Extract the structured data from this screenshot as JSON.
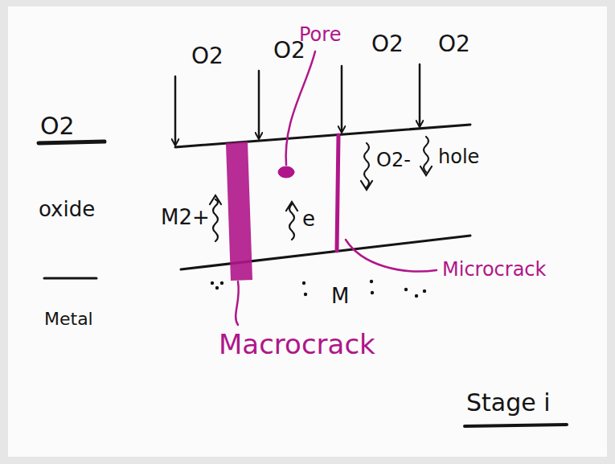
{
  "diagram": {
    "labels": [
      "O2",
      "O2",
      "O2",
      "O2",
      "O2",
      "Pore",
      "hole",
      "oxide",
      "M2+",
      "e",
      "O2-",
      "Metal",
      "M",
      "Microcrack",
      "Macrocrack",
      "Stage i"
    ]
  }
}
